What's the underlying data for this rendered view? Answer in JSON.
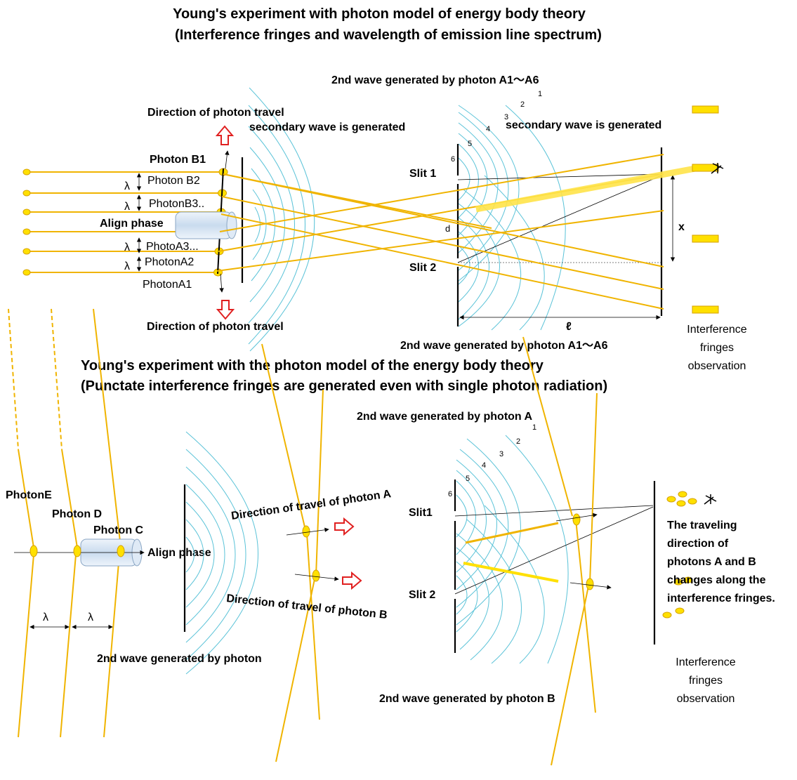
{
  "top": {
    "title_line1": "Young's experiment with photon model of energy body theory",
    "title_line2": "(Interference fringes and wavelength of emission line spectrum)",
    "second_wave_top": "2nd wave generated by photon A1～A6",
    "second_wave_bottom": "2nd wave generated by photon A1～A6",
    "direction_up": "Direction of photon travel",
    "direction_down": "Direction of photon travel",
    "secondary_wave_left": "secondary wave is generated",
    "secondary_wave_right": "secondary wave is generated",
    "photon_b1": "Photon B1",
    "photon_b2": "Photon B2",
    "photon_b3": "PhotonB3..",
    "align_phase": "Align phase",
    "photo_a3": "PhotoA3...",
    "photon_a2": "PhotonA2",
    "photon_a1": "PhotonA1",
    "lambda": "λ",
    "slit1": "Slit 1",
    "slit2": "Slit 2",
    "d": "d",
    "x": "x",
    "ell": "ℓ",
    "wave_numbers": [
      "1",
      "2",
      "3",
      "4",
      "5",
      "6"
    ],
    "observation": [
      "Interference",
      "fringes",
      "observation"
    ]
  },
  "bottom": {
    "title_line1": "Young's experiment with the photon model of the energy body theory",
    "title_line2": "(Punctate interference fringes are generated even with single photon radiation)",
    "second_wave_a": "2nd wave generated by photon A",
    "second_wave_b": "2nd wave generated by photon B",
    "second_wave_photon": "2nd wave generated by photon",
    "photon_e": "PhotonE",
    "photon_d": "Photon D",
    "photon_c": "Photon C",
    "align_phase": "Align phase",
    "dir_a": "Direction of travel of  photon A",
    "dir_b": "Direction of travel of  photon B",
    "slit1": "Slit1",
    "slit2": "Slit 2",
    "lambda": "λ",
    "wave_numbers": [
      "1",
      "2",
      "3",
      "4",
      "5",
      "6"
    ],
    "traveling": [
      "The traveling",
      "direction of",
      "photons A and B",
      "changes along the",
      "interference fringes."
    ],
    "observation": [
      "Interference",
      "fringes",
      "observation"
    ]
  },
  "colors": {
    "wave": "#5bc3d8",
    "photon_path": "#f0b400",
    "fringe": "#ffe000",
    "arrow_outline": "#e02020"
  }
}
